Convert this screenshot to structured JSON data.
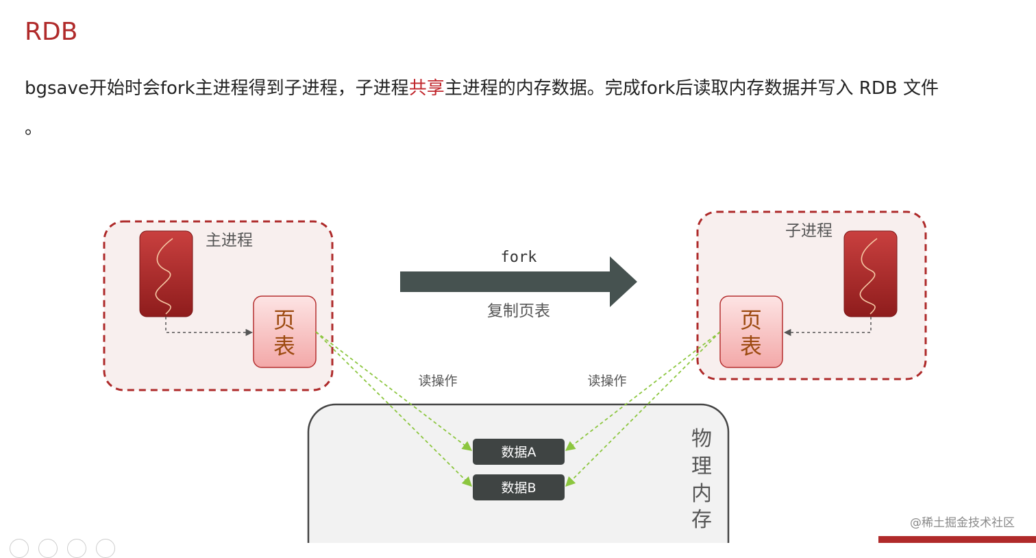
{
  "header": {
    "title": "RDB",
    "description_parts": {
      "before": "bgsave开始时会fork主进程得到子进程，子进程",
      "highlight": "共享",
      "after": "主进程的内存数据。完成fork后读取内存数据并写入 RDB 文件",
      "trailing": "。"
    }
  },
  "diagram": {
    "main_process_label": "主进程",
    "child_process_label": "子进程",
    "page_table_label_line1": "页",
    "page_table_label_line2": "表",
    "arrow_top_label": "fork",
    "arrow_bottom_label": "复制页表",
    "read_op_left": "读操作",
    "read_op_right": "读操作",
    "data_a": "数据A",
    "data_b": "数据B",
    "memory_label": [
      "物",
      "理",
      "内",
      "存"
    ]
  },
  "footer": {
    "watermark": "@稀土掘金技术社区"
  },
  "colors": {
    "accent_red": "#b02a2a",
    "highlight_red": "#c0262c",
    "arrow_gray": "#465250",
    "read_green": "#8cc63f",
    "data_box": "#3f4443"
  }
}
